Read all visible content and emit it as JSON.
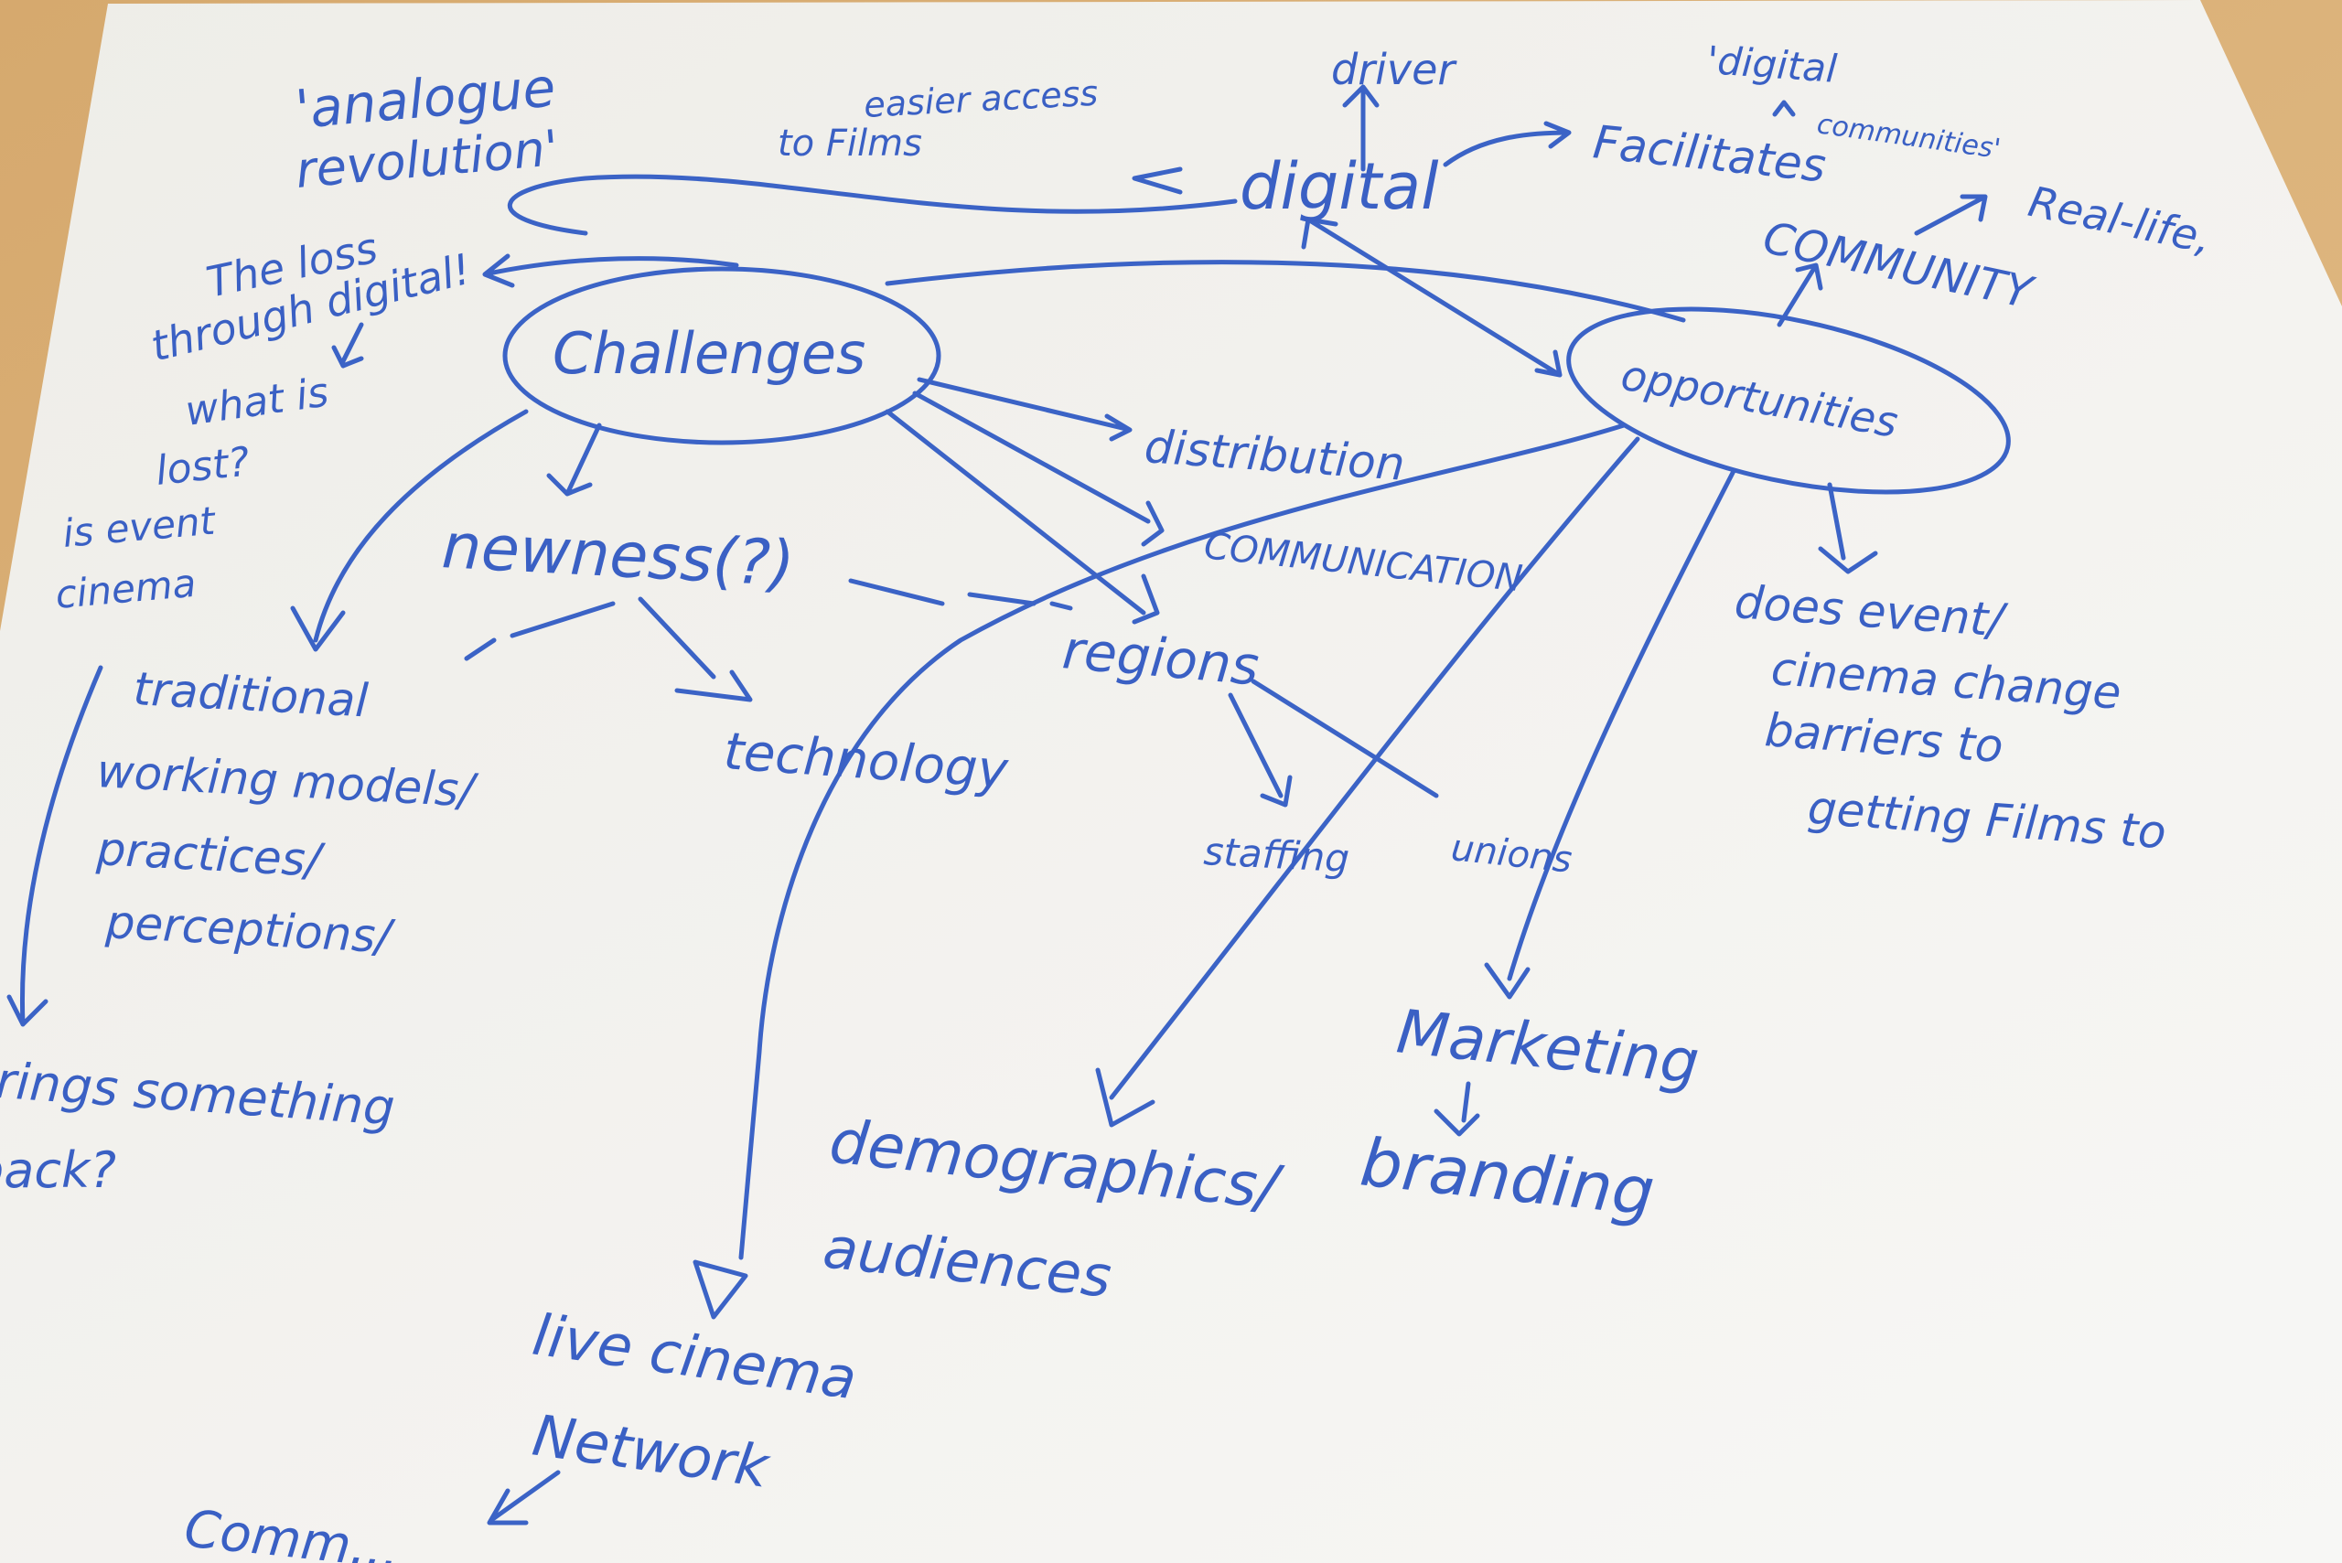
{
  "colors": {
    "ink": "#3a60c4",
    "paper": "#f3f2ee",
    "table": "#d9b07a"
  },
  "center_nodes": {
    "challenges": "Challenges",
    "opportunities": "opportunities"
  },
  "top": {
    "analogue_1": "'analogue",
    "analogue_2": "revolution'",
    "easier_1": "easier access",
    "easier_2": "to Films",
    "digital": "digital",
    "driver": "driver",
    "facilitates": "Facilitates",
    "digital_comm_1": "'digital",
    "digital_comm_2": "communities'",
    "real_life": "Real-life,",
    "community": "COMMUNITY"
  },
  "left": {
    "loss_1": "The loss",
    "loss_2": "through digital!",
    "what_1": "what is",
    "what_2": "lost?",
    "event_1": "is event",
    "event_2": "cinema",
    "brings_1": "brings something",
    "brings_2": "back?"
  },
  "challenges_branches": {
    "newness": "newness(?)",
    "traditional_1": "traditional",
    "traditional_2": "working models/",
    "traditional_3": "practices/",
    "traditional_4": "perceptions/",
    "technology": "technology",
    "distribution": "distribution",
    "communication": "COMMUNICATION",
    "regions": "regions",
    "staffing": "staffing",
    "unions": "unions"
  },
  "opportunities_branches": {
    "does_1": "does event/",
    "does_2": "cinema change",
    "does_3": "barriers to",
    "does_4": "getting Films to",
    "marketing": "Marketing",
    "branding": "branding",
    "demo_1": "demographics/",
    "demo_2": "audiences",
    "live_1": "live cinema",
    "live_2": "Network",
    "comm": "Comm..."
  }
}
